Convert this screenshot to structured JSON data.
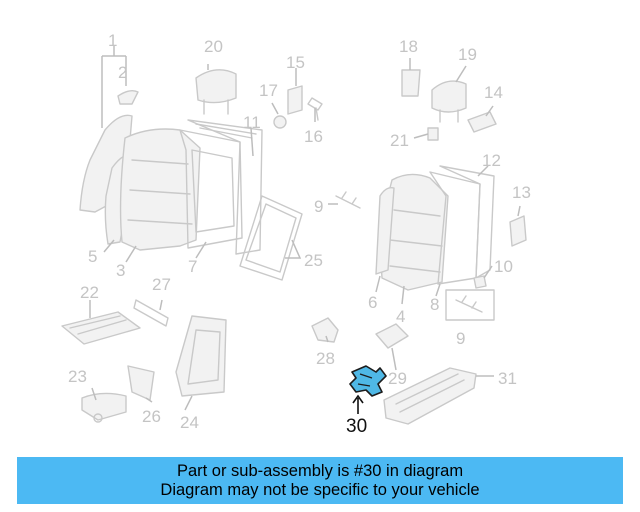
{
  "diagram": {
    "callouts": {
      "c1": "1",
      "c2": "2",
      "c3": "3",
      "c4": "4",
      "c5": "5",
      "c6": "6",
      "c7": "7",
      "c8": "8",
      "c9a": "9",
      "c9b": "9",
      "c10": "10",
      "c11": "11",
      "c12": "12",
      "c13": "13",
      "c14": "14",
      "c15": "15",
      "c16": "16",
      "c17": "17",
      "c18": "18",
      "c19": "19",
      "c20": "20",
      "c21": "21",
      "c22": "22",
      "c23": "23",
      "c24": "24",
      "c25": "25",
      "c26": "26",
      "c27": "27",
      "c28": "28",
      "c29": "29",
      "c30": "30",
      "c31": "31"
    },
    "highlight_color": "#4fb8e6"
  },
  "banner": {
    "line1": "Part or sub-assembly is #30 in diagram",
    "line2": "Diagram may not be specific to your vehicle",
    "background": "#4cb9f3"
  }
}
